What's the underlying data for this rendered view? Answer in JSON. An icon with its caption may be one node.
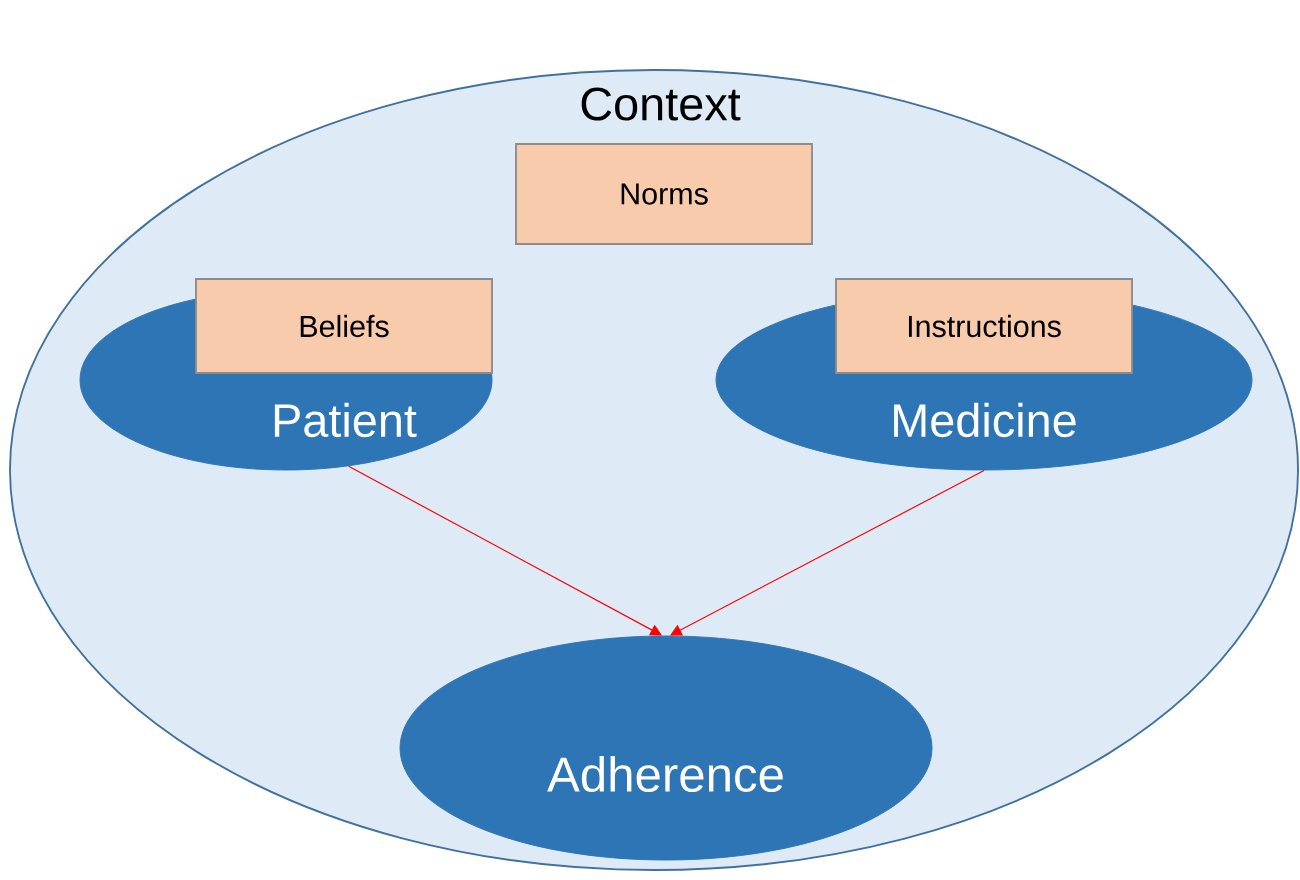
{
  "diagram": {
    "nodes": [
      {
        "text": [
          "Context"
        ]
      },
      {
        "text": [
          "Norms"
        ],
        "in": 0
      },
      {
        "text": [
          "Beliefs"
        ],
        "in": 0
      },
      {
        "text": [
          "Patient"
        ],
        "in": 0
      },
      {
        "text": [
          "Instructions"
        ],
        "in": 0
      },
      {
        "text": [
          "Medicine"
        ],
        "in": 0
      },
      {
        "text": [
          "Adherence"
        ],
        "in": 0
      }
    ],
    "edges": [
      {
        "from": 3,
        "to": 6,
        "arrow": "to",
        "color": "#ff0000"
      },
      {
        "from": 5,
        "to": 6,
        "arrow": "to",
        "color": "#ff0000"
      }
    ]
  }
}
